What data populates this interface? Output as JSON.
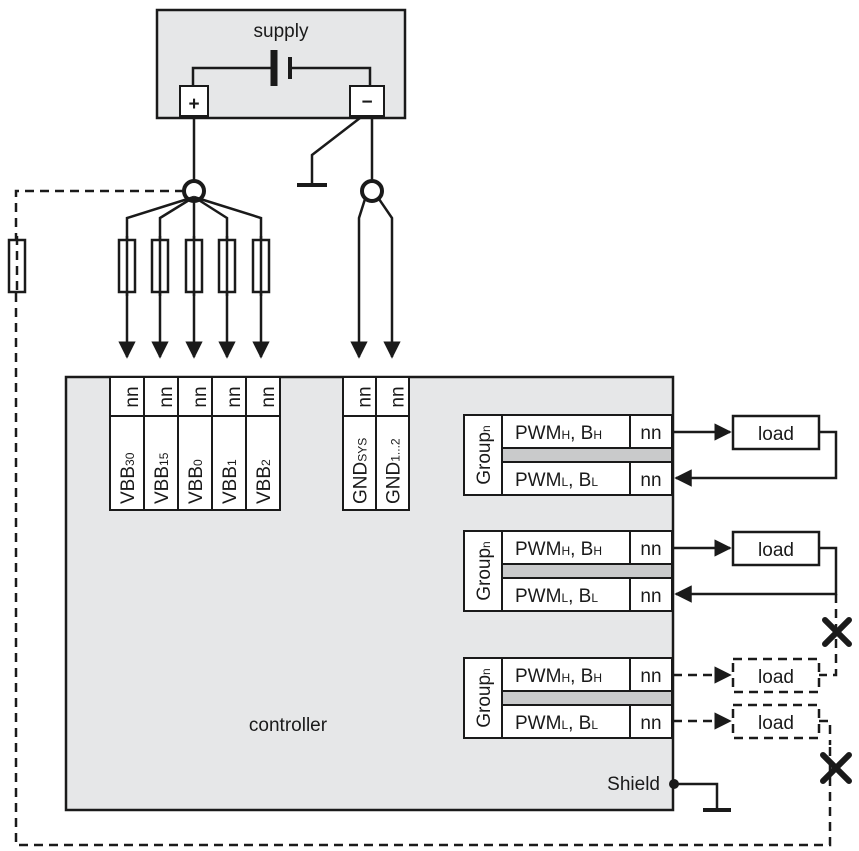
{
  "supply": {
    "label": "supply",
    "plus": "+",
    "minus": "−"
  },
  "controller": {
    "label": "controller",
    "shield_label": "Shield"
  },
  "power_terminals": [
    {
      "nn": "nn",
      "base": "VBB",
      "sub": "30"
    },
    {
      "nn": "nn",
      "base": "VBB",
      "sub": "15"
    },
    {
      "nn": "nn",
      "base": "VBB",
      "sub": "0"
    },
    {
      "nn": "nn",
      "base": "VBB",
      "sub": "1"
    },
    {
      "nn": "nn",
      "base": "VBB",
      "sub": "2"
    }
  ],
  "ground_terminals": [
    {
      "nn": "nn",
      "base": "GND",
      "sub": "SYS"
    },
    {
      "nn": "nn",
      "base": "GND",
      "sub": "1...2"
    }
  ],
  "groups": [
    {
      "label": "Group",
      "sub": "n",
      "high": {
        "p1": "PWM",
        "s1": "H",
        "p2": ", B",
        "s2": "H",
        "nn": "nn"
      },
      "low": {
        "p1": "PWM",
        "s1": "L",
        "p2": ", B",
        "s2": "L",
        "nn": "nn"
      },
      "loads": [
        "load"
      ]
    },
    {
      "label": "Group",
      "sub": "n",
      "high": {
        "p1": "PWM",
        "s1": "H",
        "p2": ", B",
        "s2": "H",
        "nn": "nn"
      },
      "low": {
        "p1": "PWM",
        "s1": "L",
        "p2": ", B",
        "s2": "L",
        "nn": "nn"
      },
      "loads": [
        "load"
      ]
    },
    {
      "label": "Group",
      "sub": "n",
      "high": {
        "p1": "PWM",
        "s1": "H",
        "p2": ", B",
        "s2": "H",
        "nn": "nn"
      },
      "low": {
        "p1": "PWM",
        "s1": "L",
        "p2": ", B",
        "s2": "L",
        "nn": "nn"
      },
      "loads": [
        "load",
        "load"
      ]
    }
  ]
}
